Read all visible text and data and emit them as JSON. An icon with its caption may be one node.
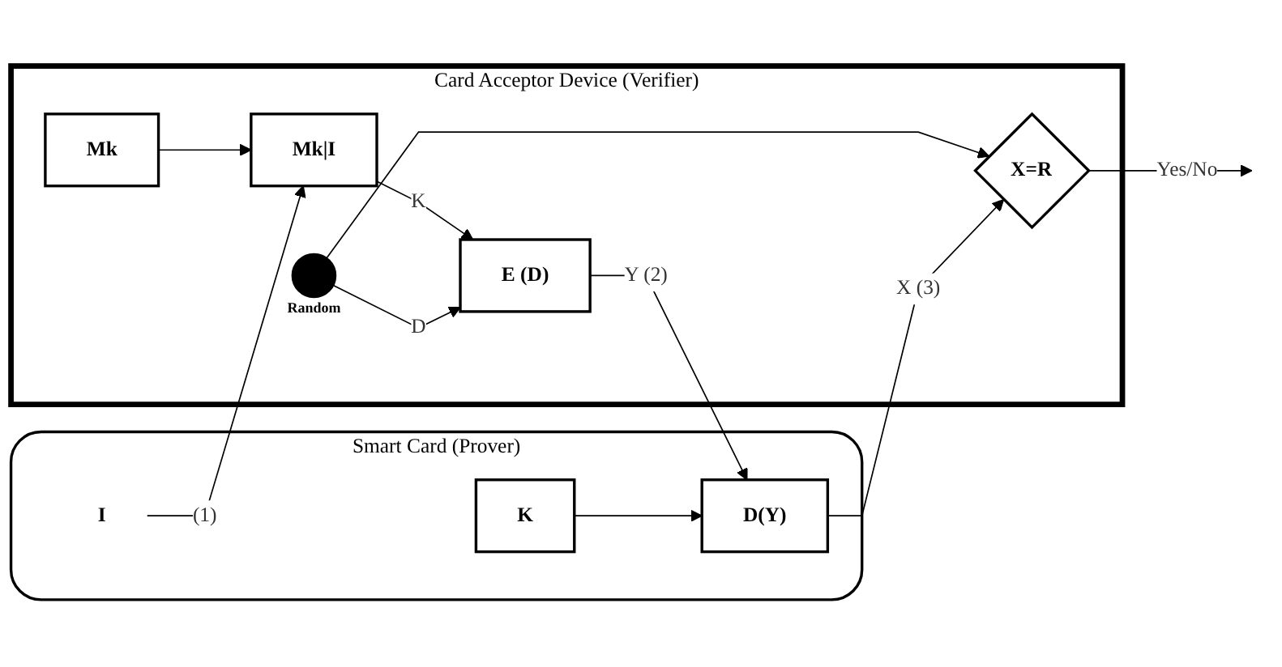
{
  "diagram": {
    "nodes": [
      {
        "text": [
          "Smart Card (Prover)"
        ]
      },
      {
        "text": [
          "I"
        ],
        "in": 0
      },
      {
        "text": [
          "K"
        ],
        "in": 0
      },
      {
        "text": [
          "D(Y)"
        ],
        "in": 0
      },
      {
        "text": [
          "Card Acceptor Device (Verifier)"
        ]
      },
      {
        "text": [
          "Mk|I"
        ],
        "in": 4
      },
      {
        "text": [
          "E (D)"
        ],
        "in": 4
      },
      {
        "text": [
          "Mk"
        ],
        "in": 4
      },
      {
        "text": [],
        "shape": "circle",
        "in": 4,
        "beside": [
          "Random"
        ]
      },
      {
        "text": [
          "X=R"
        ],
        "in": 4
      }
    ],
    "edges": [
      {
        "from": 1,
        "to": 5,
        "arrow": "to",
        "label": "(1)"
      },
      {
        "from": 2,
        "to": 3,
        "arrow": "to"
      },
      {
        "from": 6,
        "to": 3,
        "arrow": "to",
        "label": "Y (2)"
      },
      {
        "from": 5,
        "to": 6,
        "arrow": "to",
        "label": "K"
      },
      {
        "from": 7,
        "to": 5,
        "arrow": "to"
      },
      {
        "from": 8,
        "to": 6,
        "arrow": "to",
        "label": "D"
      },
      {
        "from": 8,
        "to": 9,
        "arrow": "to"
      },
      {
        "from": 3,
        "to": 9,
        "arrow": "to",
        "label": "X (3)"
      },
      {
        "from": 9,
        "to": null,
        "arrow": "to",
        "label": "Yes/No"
      }
    ]
  }
}
